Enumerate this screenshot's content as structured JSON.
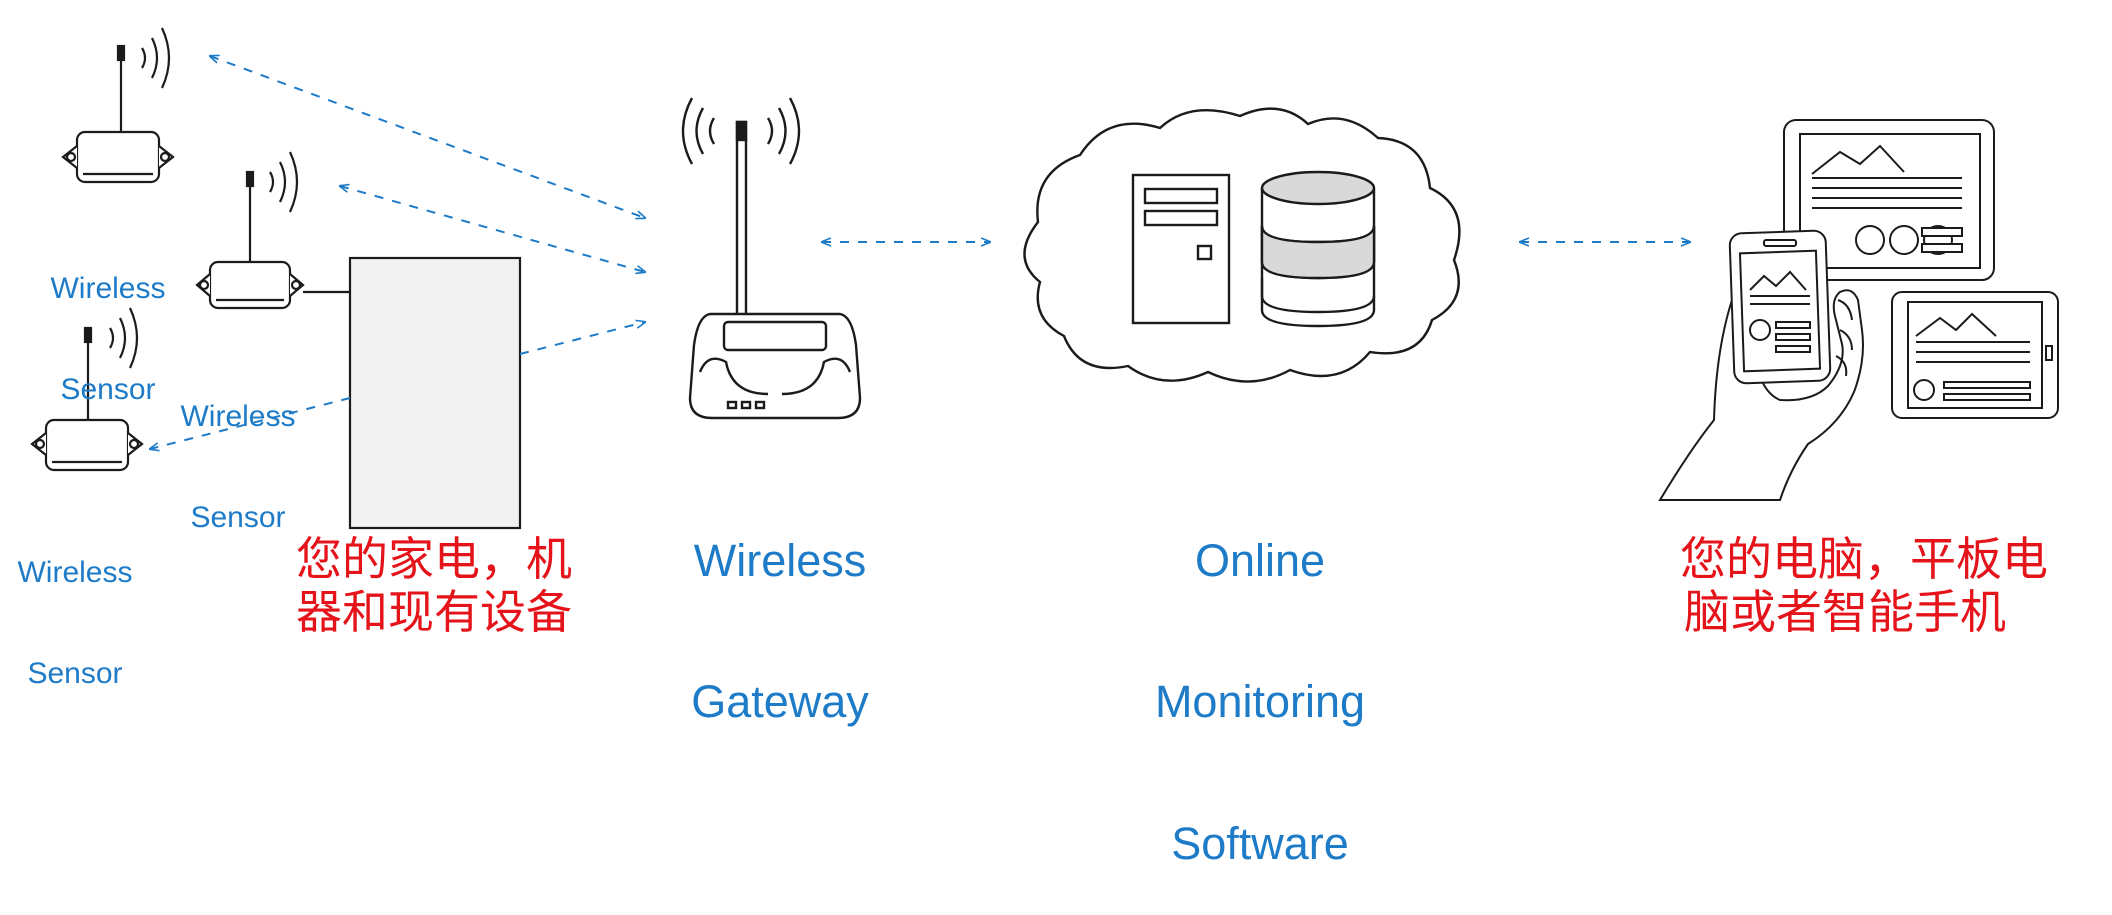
{
  "colors": {
    "line": "#1b1b1b",
    "arrow": "#1e7bc8",
    "blue_text": "#1e7bc8",
    "red_text": "#e5141b",
    "fill_light": "#d9d9d9",
    "fill_gray": "#f2f2f2"
  },
  "sensors": [
    {
      "label_line1": "Wireless",
      "label_line2": "Sensor"
    },
    {
      "label_line1": "Wireless",
      "label_line2": "Sensor"
    },
    {
      "label_line1": "Wireless",
      "label_line2": "Sensor"
    }
  ],
  "gateway": {
    "label_line1": "Wireless",
    "label_line2": "Gateway",
    "icon": "router-icon"
  },
  "software": {
    "label_line1": "Online",
    "label_line2": "Monitoring",
    "label_line3": "Software",
    "icon": "cloud-server-icon"
  },
  "appliances": {
    "caption_line1": "您的家电，机",
    "caption_line2": "器和现有设备"
  },
  "devices": {
    "caption_line1": "您的电脑，平板电",
    "caption_line2": "脑或者智能手机",
    "icon": "devices-icon"
  }
}
